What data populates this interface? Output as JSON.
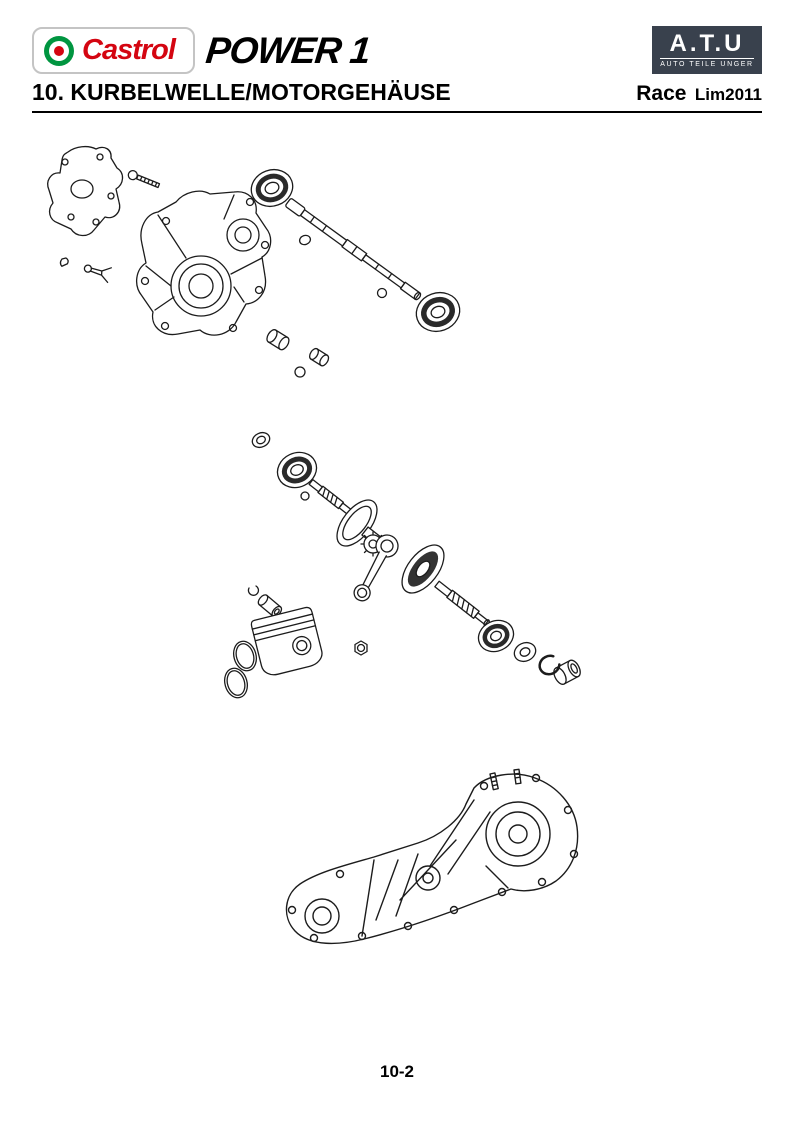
{
  "header": {
    "castrol_text": "Castrol",
    "power_text": "POWER 1",
    "atu_text": "A.T.U",
    "atu_subtext": "AUTO TEILE UNGER",
    "section_title": "10. KURBELWELLE/MOTORGEHÄUSE",
    "model_name": "Race",
    "model_variant": "Lim2011"
  },
  "footer": {
    "page_number": "10-2"
  },
  "diagrams": [
    {
      "id": "crankcase-cover-and-shaft-exploded-view"
    },
    {
      "id": "crankshaft-and-piston-exploded-view"
    },
    {
      "id": "crankcase-housing-view"
    }
  ],
  "colors": {
    "castrol_red": "#d40511",
    "castrol_green": "#009540",
    "atu_background": "#39414d",
    "ink": "#000000",
    "diagram_line": "#1c1c1c"
  }
}
